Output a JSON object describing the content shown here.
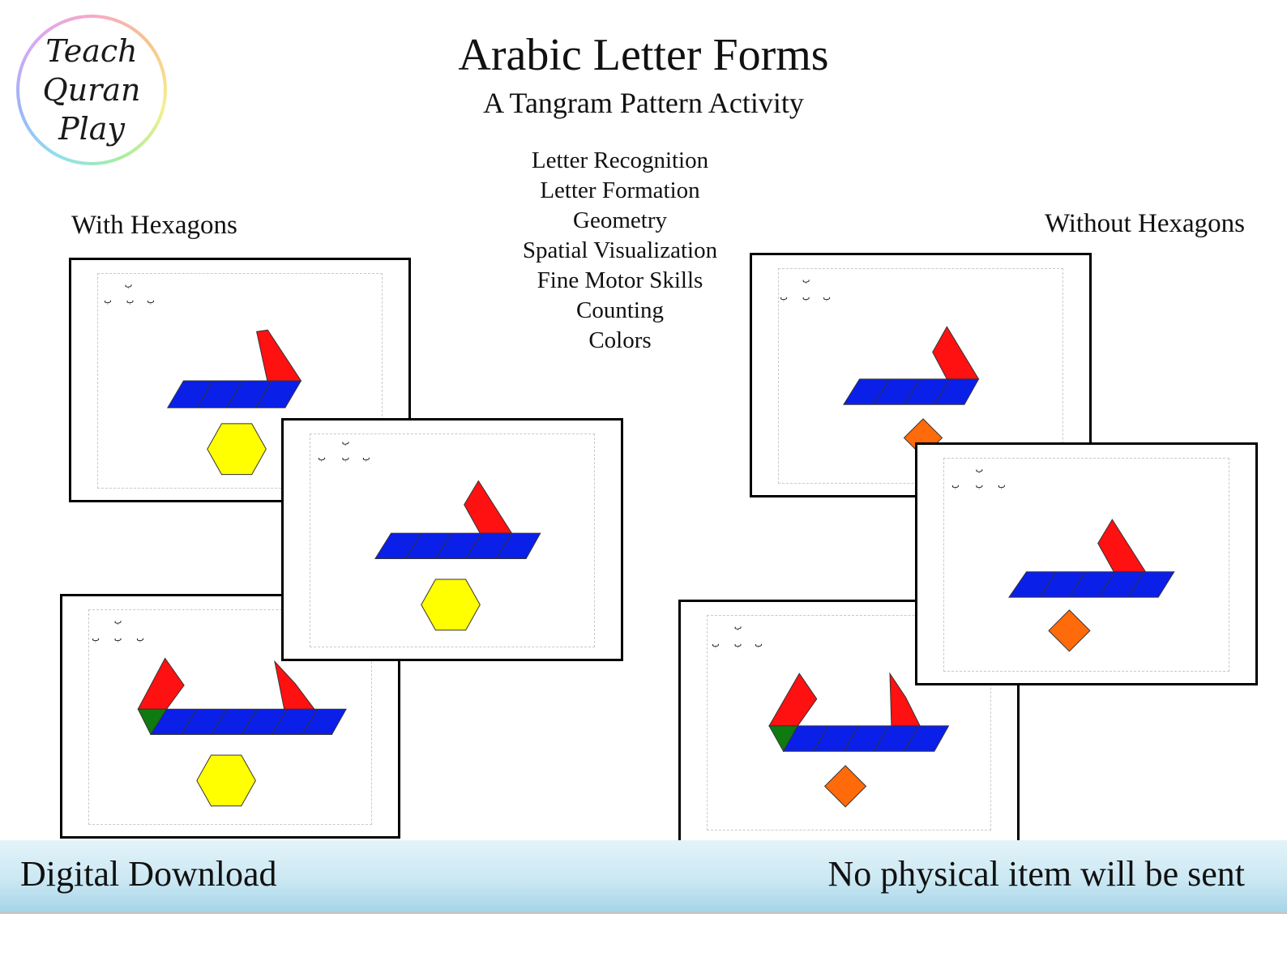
{
  "logo": {
    "lines": [
      "Teach",
      "Quran",
      "Play"
    ]
  },
  "header": {
    "title": "Arabic Letter Forms",
    "subtitle": "A Tangram Pattern Activity"
  },
  "skills": [
    "Letter Recognition",
    "Letter Formation",
    "Geometry",
    "Spatial Visualization",
    "Fine Motor Skills",
    "Counting",
    "Colors"
  ],
  "labels": {
    "left": "With Hexagons",
    "right": "Without Hexagons"
  },
  "banner": {
    "left": "Digital Download",
    "right": "No physical item will be sent"
  },
  "colors": {
    "rhombus_blue": "#0a1fe8",
    "triangle_red": "#ff1111",
    "hexagon_yellow": "#ffff00",
    "square_orange": "#ff6a0a",
    "triangle_green": "#0f7a0f"
  },
  "pages": [
    {
      "group": "with-hexagons",
      "letter_form": "isolated",
      "blue_rhombi": 4,
      "red_triangles": 1,
      "yellow_hexagons": 1
    },
    {
      "group": "with-hexagons",
      "letter_form": "final",
      "blue_rhombi": 5,
      "red_triangles": 1,
      "yellow_hexagons": 1
    },
    {
      "group": "with-hexagons",
      "letter_form": "isolated-long",
      "blue_rhombi": 6,
      "red_triangles": 2,
      "green_triangles": 1,
      "yellow_hexagons": 1
    },
    {
      "group": "without-hexagons",
      "letter_form": "isolated",
      "blue_rhombi": 4,
      "red_triangles": 1,
      "orange_squares": 1
    },
    {
      "group": "without-hexagons",
      "letter_form": "final",
      "blue_rhombi": 5,
      "red_triangles": 1,
      "orange_squares": 1
    },
    {
      "group": "without-hexagons",
      "letter_form": "isolated-long",
      "blue_rhombi": 5,
      "red_triangles": 2,
      "green_triangles": 1,
      "orange_squares": 1
    }
  ]
}
